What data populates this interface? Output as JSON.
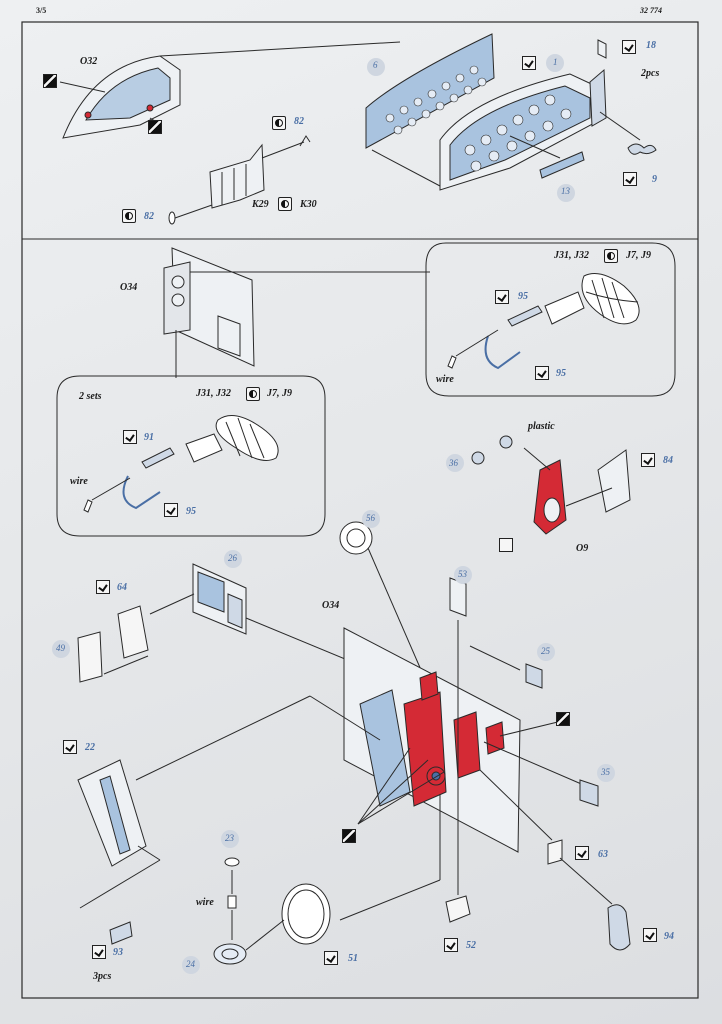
{
  "header": {
    "page": "3/5",
    "set_number": "32 774"
  },
  "top": {
    "o32": "O32",
    "n6": "6",
    "n1": "1",
    "n18": "18",
    "pcs2": "2pcs",
    "n82a": "82",
    "n82b": "82",
    "n13": "13",
    "n9": "9",
    "k29": "K29",
    "k30": "K30"
  },
  "upper_right": {
    "codes": "J31, J32",
    "alt": "J7, J9",
    "n95a": "95",
    "n95b": "95",
    "wire": "wire"
  },
  "left_inset": {
    "o34": "O34",
    "sets": "2 sets",
    "codes": "J31, J32",
    "alt": "J7, J9",
    "n91": "91",
    "n95": "95",
    "wire": "wire"
  },
  "mid": {
    "plastic": "plastic",
    "n36": "36",
    "n84": "84",
    "o9": "O9",
    "n56": "56",
    "n26": "26",
    "n64": "64",
    "n49": "49"
  },
  "main": {
    "o34": "O34",
    "n53": "53",
    "n25": "25",
    "n35": "35",
    "n22": "22",
    "n23": "23",
    "wire": "wire",
    "n63": "63",
    "n94": "94",
    "n93": "93",
    "pcs3": "3pcs",
    "n24": "24",
    "n51": "51",
    "n52": "52"
  },
  "colors": {
    "ink": "#1b1b1b",
    "part_blue": "#4a6fa5",
    "photoetch_fill": "#a9c3df",
    "painted_red": "#d42a35"
  }
}
